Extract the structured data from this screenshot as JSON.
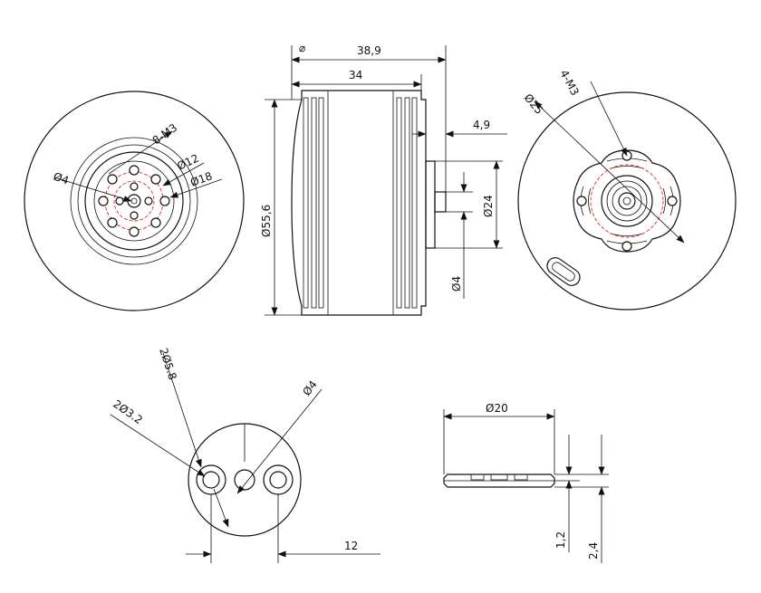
{
  "colors": {
    "line": "#111111",
    "hidden": "#d9302c",
    "background": "#ffffff"
  },
  "front_view": {
    "dim_bolt_pattern": "8-M3",
    "dim_inner_diameter": "Ø12",
    "dim_outer_diameter": "Ø18",
    "dim_center_hole": "Ø4"
  },
  "side_view": {
    "dim_total_length": "38,9",
    "dim_body_length": "34",
    "dim_shaft_length": "4,9",
    "dim_outer_diameter": "Ø55,6",
    "dim_base_diameter": "Ø24",
    "dim_shaft_diameter": "Ø4",
    "mark": "⌀"
  },
  "rear_view": {
    "dim_bolt_pattern": "4-M3",
    "dim_circle": "Ø25"
  },
  "adapter_top": {
    "dim_large_holes": "2Ø5.8",
    "dim_small_holes": "2Ø3.2",
    "dim_center_hole": "Ø4",
    "dim_spacing": "12"
  },
  "adapter_side": {
    "dim_diameter": "Ø20",
    "dim_thickness_thin": "1,2",
    "dim_thickness_total": "2,4"
  }
}
